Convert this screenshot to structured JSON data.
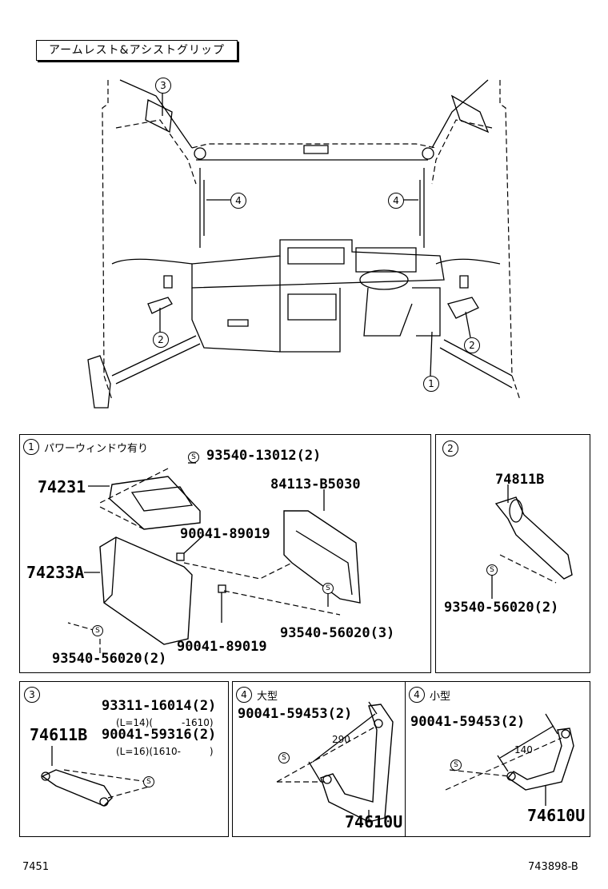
{
  "title": "アームレスト&アシストグリップ",
  "overview": {
    "callouts": [
      "3",
      "4",
      "4",
      "2",
      "2",
      "1"
    ]
  },
  "panel1": {
    "number": "1",
    "header": "パワーウィンドウ有り",
    "parts": {
      "p1": "93540-13012(2)",
      "p2": "74231",
      "p3": "84113-B5030",
      "p4": "90041-89019",
      "p5": "74233A",
      "p6": "93540-56020(3)",
      "p7": "90041-89019",
      "p8": "93540-56020(2)"
    }
  },
  "panel2": {
    "number": "2",
    "parts": {
      "p1": "74811B",
      "p2": "93540-56020(2)"
    }
  },
  "panel3": {
    "number": "3",
    "parts": {
      "p1": "93311-16014(2)",
      "p1_note": "(L=14)(　　　-1610)",
      "p2": "74611B",
      "p3": "90041-59316(2)",
      "p3_note": "(L=16)(1610-　　　)"
    }
  },
  "panel4a": {
    "number": "4",
    "header": "大型",
    "parts": {
      "p1": "90041-59453(2)",
      "dim": "290",
      "p2": "74610U"
    }
  },
  "panel4b": {
    "number": "4",
    "header": "小型",
    "parts": {
      "p1": "90041-59453(2)",
      "dim": "140",
      "p2": "74610U"
    }
  },
  "symbol": "S",
  "footer": {
    "left": "7451",
    "right": "743898-B"
  }
}
